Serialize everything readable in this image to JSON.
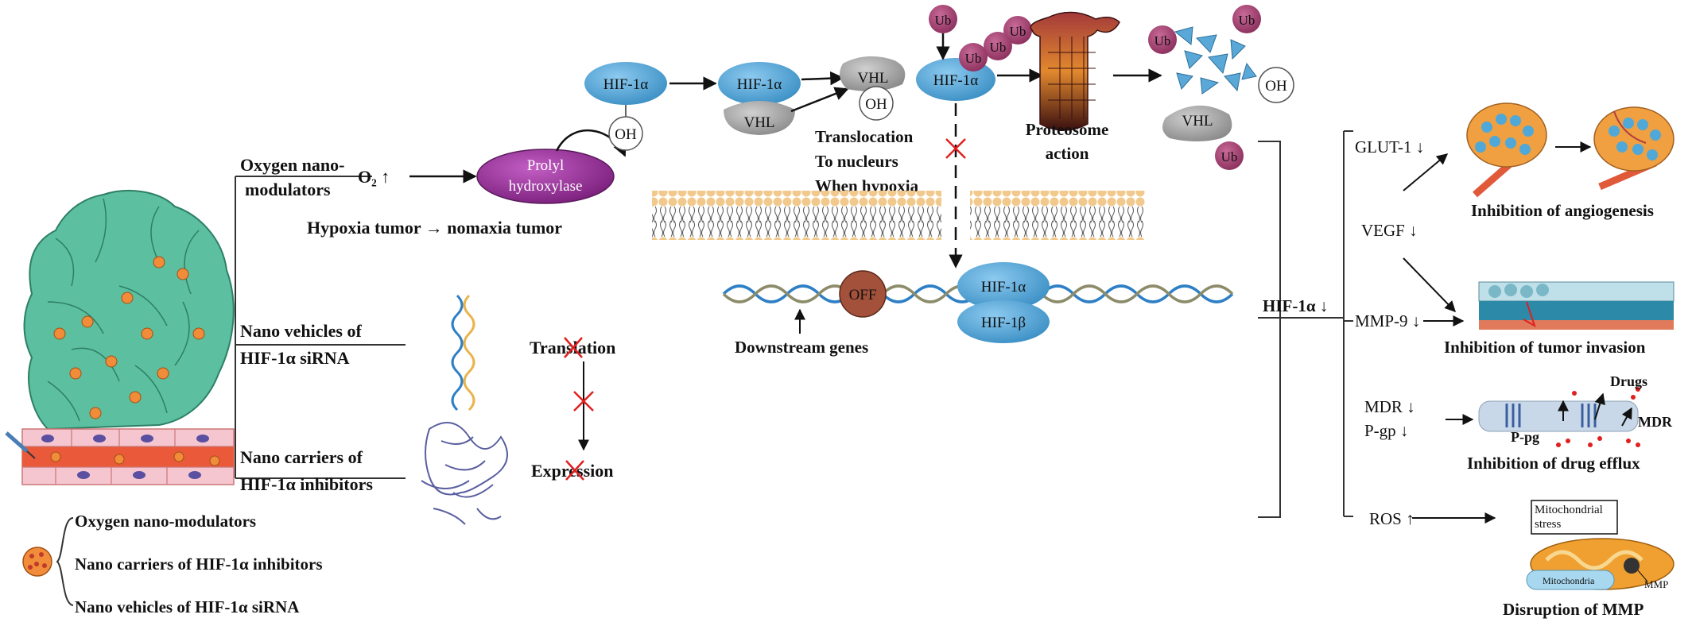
{
  "colors": {
    "hif": "#4a9fd0",
    "vhl": "#9a9a9a",
    "ub": "#9c3d6e",
    "prolyl": "#8b2d8c",
    "off": "#a3513a",
    "cell": "#58b99b",
    "vessel": "#e97a5a",
    "dna_a": "#2e7fc5",
    "dna_b": "#8c8c6a",
    "membrane": "#f2c98c",
    "mito": "#f0a030",
    "red_x": "#e02020"
  },
  "labels": {
    "hif1a": "HIF-1α",
    "hif1b": "HIF-1β",
    "vhl": "VHL",
    "oh": "OH",
    "ub": "Ub",
    "off": "OFF",
    "prolyl_1": "Prolyl",
    "prolyl_2": "hydroxylase",
    "o2": "O₂ ↑",
    "hypoxia": "Hypoxia tumor → nomaxia tumor",
    "translocation_1": "Translocation",
    "translocation_2": "To nucleurs",
    "translocation_3": "When hypoxia",
    "proteosome_1": "Proteosome",
    "proteosome_2": "action",
    "downstream": "Downstream genes",
    "translation": "Translation",
    "expression": "Expression",
    "hif_down": "HIF-1α ↓"
  },
  "strategies": {
    "oxygen_1": "Oxygen nano-",
    "oxygen_2": "modulators",
    "sirna_1": "Nano vehicles of",
    "sirna_2": "HIF-1α siRNA",
    "inhib_1": "Nano carriers of",
    "inhib_2": "HIF-1α inhibitors"
  },
  "legend": {
    "item1": "Oxygen nano-modulators",
    "item2": "Nano carriers of HIF-1α inhibitors",
    "item3": "Nano vehicles of HIF-1α siRNA"
  },
  "effects": {
    "glut": "GLUT-1 ↓",
    "vegf": "VEGF ↓",
    "mmp9": "MMP-9 ↓",
    "mdr": "MDR ↓",
    "pgp": "P-gp ↓",
    "ros": "ROS ↑"
  },
  "outcomes": {
    "angio": "Inhibition of angiogenesis",
    "invasion": "Inhibition of tumor invasion",
    "efflux": "Inhibition of drug efflux",
    "mmp": "Disruption of MMP",
    "drugs": "Drugs",
    "mdr_small": "MDR",
    "ppg": "P-pg",
    "mito_stress_1": "Mitochondrial",
    "mito_stress_2": "stress",
    "mito_label": "Mitochondria",
    "mmp_small": "MMP"
  }
}
